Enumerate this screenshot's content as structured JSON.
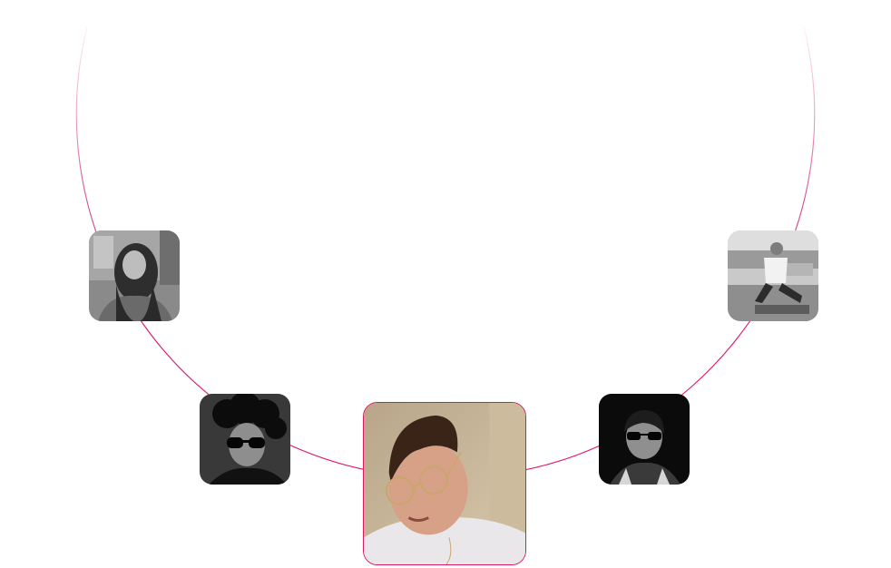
{
  "carousel": {
    "accent_color": "#e0116a",
    "selected_index": 2,
    "avatars": [
      {
        "id": "member-1",
        "state": "inactive",
        "style": "grayscale",
        "tone": "mid-gray"
      },
      {
        "id": "member-2",
        "state": "inactive",
        "style": "grayscale",
        "tone": "dark"
      },
      {
        "id": "member-3",
        "state": "active",
        "style": "color",
        "tone": "warm"
      },
      {
        "id": "member-4",
        "state": "inactive",
        "style": "grayscale",
        "tone": "black"
      },
      {
        "id": "member-5",
        "state": "inactive",
        "style": "grayscale",
        "tone": "light-gray"
      }
    ]
  }
}
